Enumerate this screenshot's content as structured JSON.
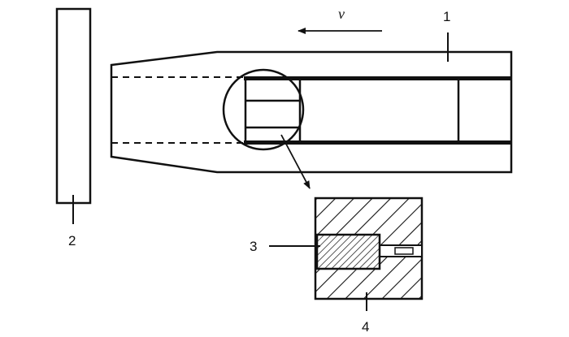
{
  "labels": {
    "velocity": "v",
    "part_1": "1",
    "part_2": "2",
    "part_3": "3",
    "part_4": "4"
  },
  "colors": {
    "stroke": "#111111",
    "background": "#ffffff"
  }
}
